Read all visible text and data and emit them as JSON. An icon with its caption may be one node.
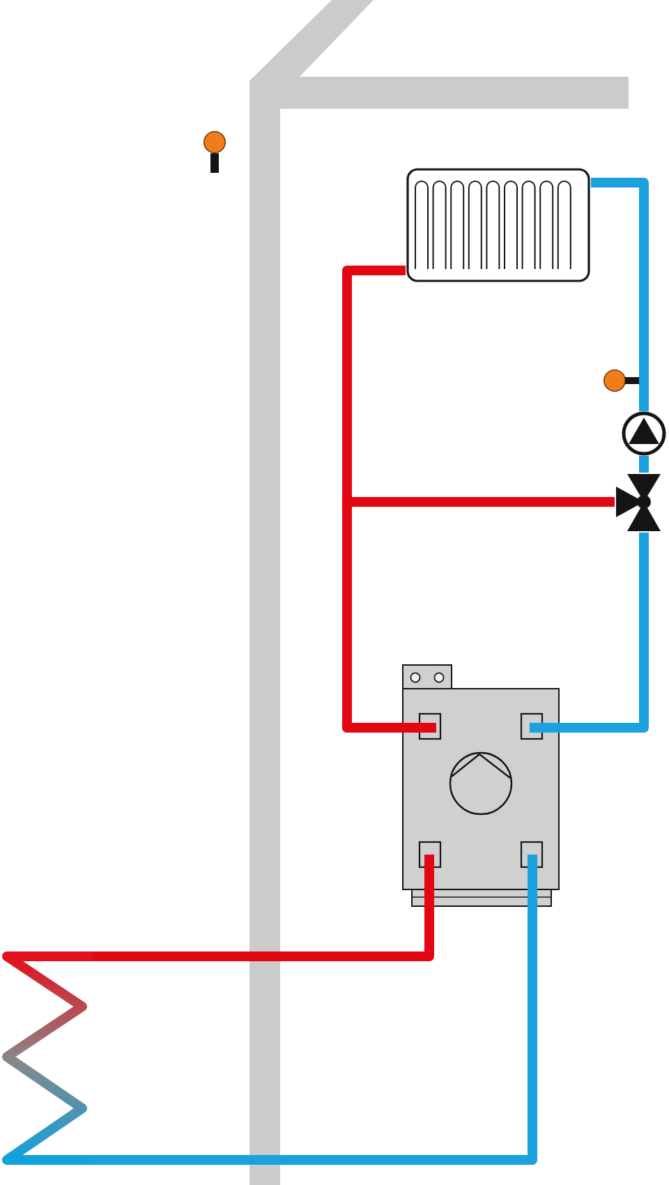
{
  "diagram": {
    "nodes": [
      {
        "text": [],
        "shape": "circle"
      },
      {
        "text": [],
        "shape": "picture"
      },
      {
        "text": [],
        "shape": "circle"
      },
      {
        "text": [],
        "shape": "circle"
      },
      {
        "text": [],
        "shape": "picture"
      },
      {
        "text": [],
        "shape": "picture"
      },
      {
        "text": [],
        "shape": "picture"
      }
    ],
    "edges": [
      {
        "from": 5,
        "to": 1,
        "arrow": "none",
        "color": "#e30613"
      },
      {
        "from": 5,
        "to": 4,
        "arrow": "none",
        "color": "#e30613"
      },
      {
        "from": 1,
        "to": 3,
        "arrow": "none"
      },
      {
        "from": 3,
        "to": 4,
        "arrow": "none"
      },
      {
        "from": 4,
        "to": 5,
        "arrow": "none"
      },
      {
        "from": 5,
        "to": 6,
        "arrow": "none",
        "color": "#e30613"
      },
      {
        "from": 6,
        "to": 5,
        "arrow": "none"
      }
    ]
  }
}
